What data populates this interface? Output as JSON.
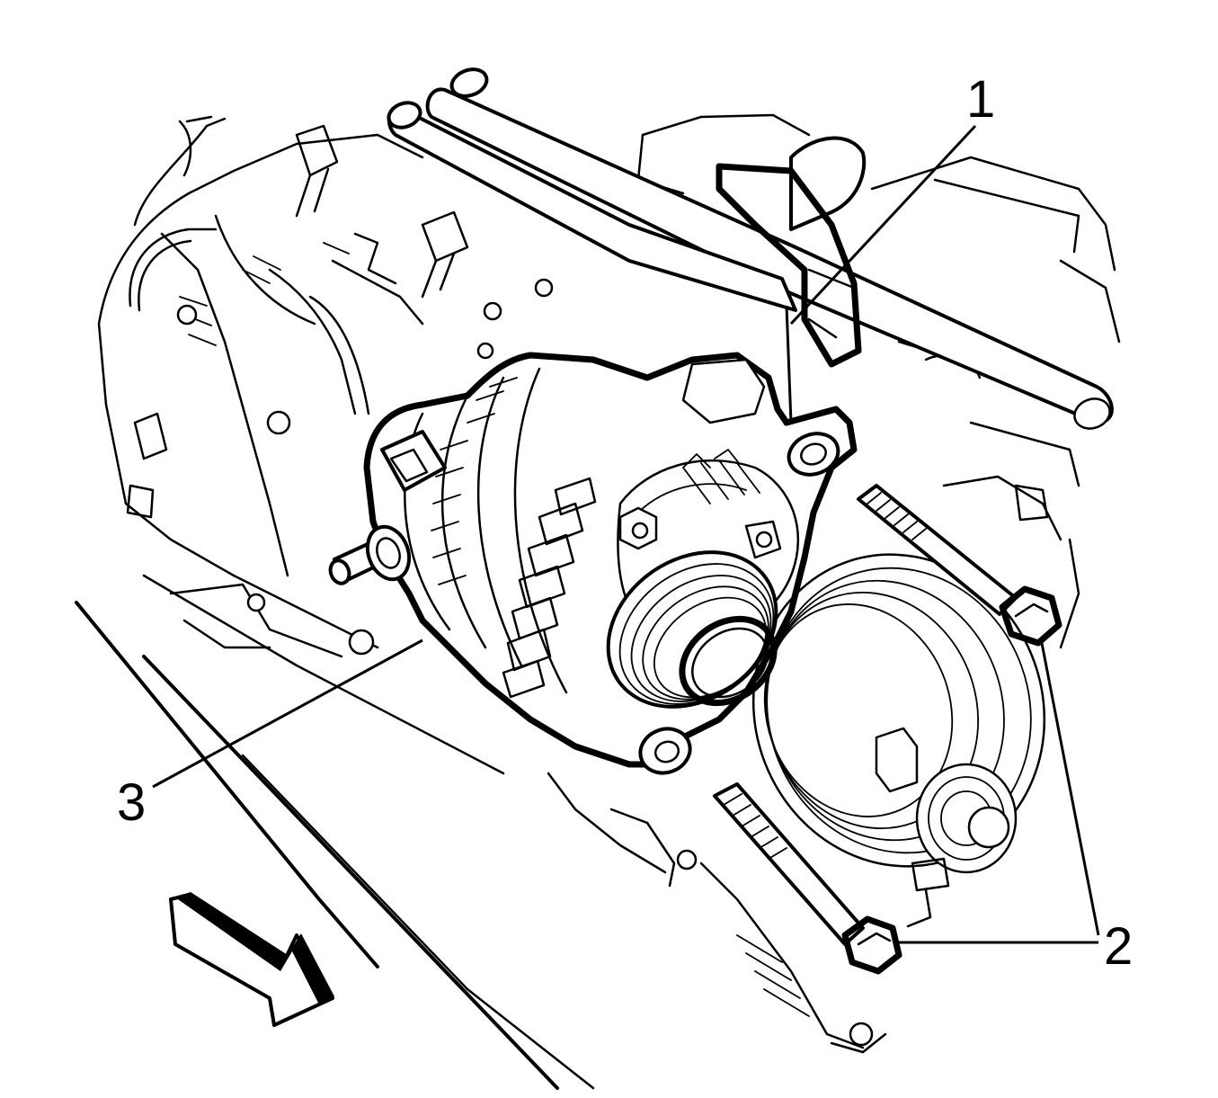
{
  "callouts": {
    "c1": "1",
    "c2": "2",
    "c3": "3"
  },
  "colors": {
    "line": "#000000",
    "background": "#ffffff"
  },
  "icons": {
    "direction_arrow": "arrow-forward-icon"
  }
}
